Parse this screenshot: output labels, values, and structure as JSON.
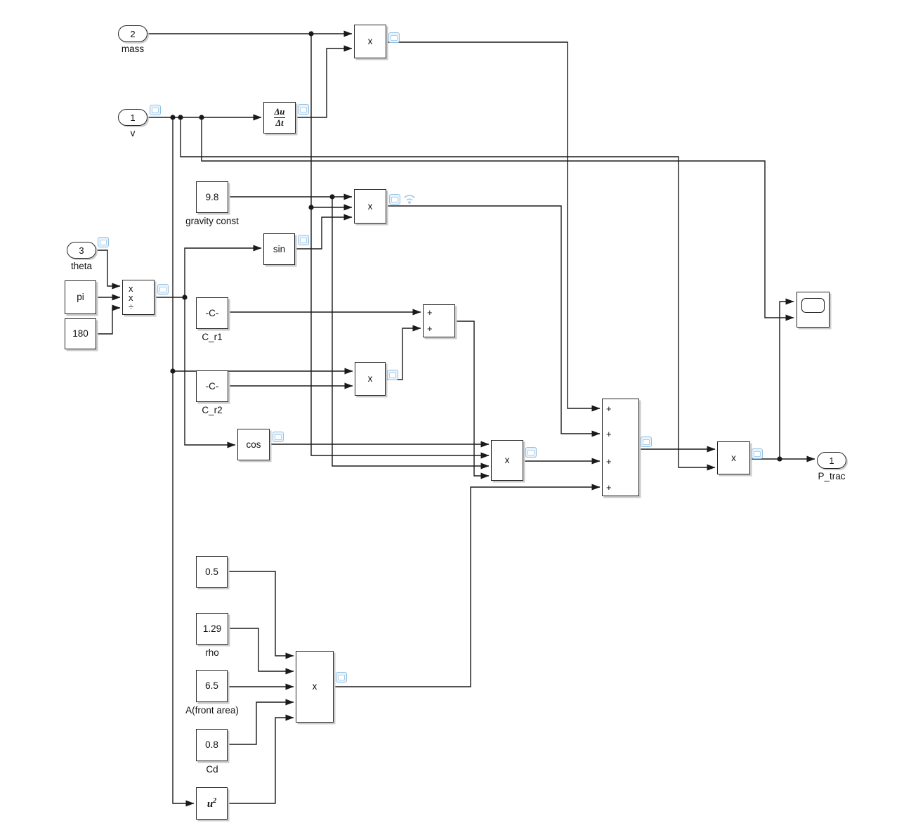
{
  "ports": {
    "mass": {
      "number": "2",
      "label": "mass"
    },
    "v": {
      "number": "1",
      "label": "v"
    },
    "theta": {
      "number": "3",
      "label": "theta"
    },
    "p_trac": {
      "number": "1",
      "label": "P_trac"
    }
  },
  "constants": {
    "gravity": {
      "value": "9.8",
      "label": "gravity const"
    },
    "pi": {
      "value": "pi"
    },
    "c180": {
      "value": "180"
    },
    "c_r1": {
      "value": "-C-",
      "label": "C_r1"
    },
    "c_r2": {
      "value": "-C-",
      "label": "C_r2"
    },
    "half": {
      "value": "0.5"
    },
    "rho": {
      "value": "1.29",
      "label": "rho"
    },
    "front_area": {
      "value": "6.5",
      "label": "A(front area)"
    },
    "cd": {
      "value": "0.8",
      "label": "Cd"
    }
  },
  "functions": {
    "derivative": {
      "numerator": "Δu",
      "denominator": "Δt"
    },
    "sin": {
      "value": "sin"
    },
    "cos": {
      "value": "cos"
    },
    "square": {
      "base": "u",
      "exponent": "2"
    }
  },
  "operators": {
    "multiply": "x",
    "divide": "÷",
    "plus": "+"
  },
  "colors": {
    "wire": "#1a1a1a",
    "badge_border": "#92c1e4",
    "badge_fill": "#e9f3fb"
  }
}
